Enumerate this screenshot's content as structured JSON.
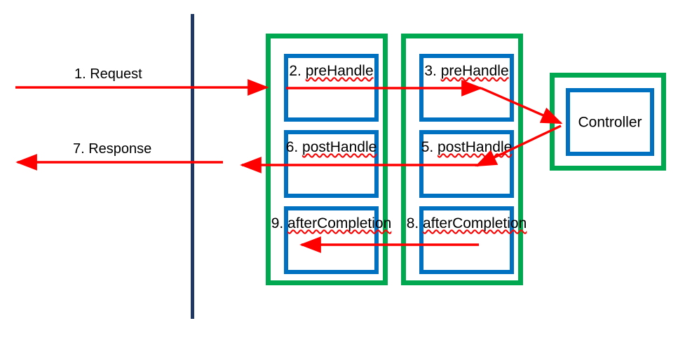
{
  "diagram": {
    "title": "Spring MVC HandlerInterceptor execution flow",
    "colors": {
      "outer_border_green": "#00a84f",
      "inner_border_blue": "#0070c0",
      "arrow_red": "#ff0000",
      "lifeline_navy": "#1f3864",
      "text_black": "#000000",
      "background": "#ffffff"
    }
  },
  "lifeline": {
    "name": "boundary-line"
  },
  "flow_labels": [
    {
      "id": "request",
      "text": "1. Request"
    },
    {
      "id": "response",
      "text": "7. Response"
    }
  ],
  "interceptors": [
    {
      "id": "interceptor-1",
      "methods": [
        {
          "step": "2",
          "name": "preHandle",
          "label": "2. preHandle",
          "prefix": "2. ",
          "ident": "preHandle"
        },
        {
          "step": "6",
          "name": "postHandle",
          "label": "6. postHandle",
          "prefix": "6. ",
          "ident": "postHandle"
        },
        {
          "step": "9",
          "name": "afterCompletion",
          "label": "9. afterCompletion",
          "prefix": "9. ",
          "ident": "afterCompletion"
        }
      ]
    },
    {
      "id": "interceptor-2",
      "methods": [
        {
          "step": "3",
          "name": "preHandle",
          "label": "3. preHandle",
          "prefix": "3. ",
          "ident": "preHandle"
        },
        {
          "step": "5",
          "name": "postHandle",
          "label": "5. postHandle",
          "prefix": "5. ",
          "ident": "postHandle"
        },
        {
          "step": "8",
          "name": "afterCompletion",
          "label": "8. afterCompletion",
          "prefix": "8. ",
          "ident": "afterCompletion"
        }
      ]
    }
  ],
  "controller": {
    "id": "controller",
    "label": "Controller"
  },
  "arrows": [
    {
      "id": "arrow-request",
      "from": "left-edge",
      "to": "interceptor-1-preHandle",
      "direction": "right"
    },
    {
      "id": "arrow-pre1-to-pre2",
      "from": "interceptor-1-preHandle",
      "to": "interceptor-2-preHandle",
      "direction": "right"
    },
    {
      "id": "arrow-pre2-to-controller",
      "from": "interceptor-2-preHandle",
      "to": "controller",
      "direction": "down-right"
    },
    {
      "id": "arrow-controller-to-post2",
      "from": "controller",
      "to": "interceptor-2-postHandle",
      "direction": "down-left"
    },
    {
      "id": "arrow-post2-to-post1",
      "from": "interceptor-2-postHandle",
      "to": "interceptor-1-postHandle",
      "direction": "left"
    },
    {
      "id": "arrow-response",
      "from": "interceptor-1-postHandle",
      "to": "left-edge",
      "direction": "left"
    },
    {
      "id": "arrow-after2-to-after1",
      "from": "interceptor-2-afterCompletion",
      "to": "interceptor-1-afterCompletion",
      "direction": "left"
    }
  ]
}
